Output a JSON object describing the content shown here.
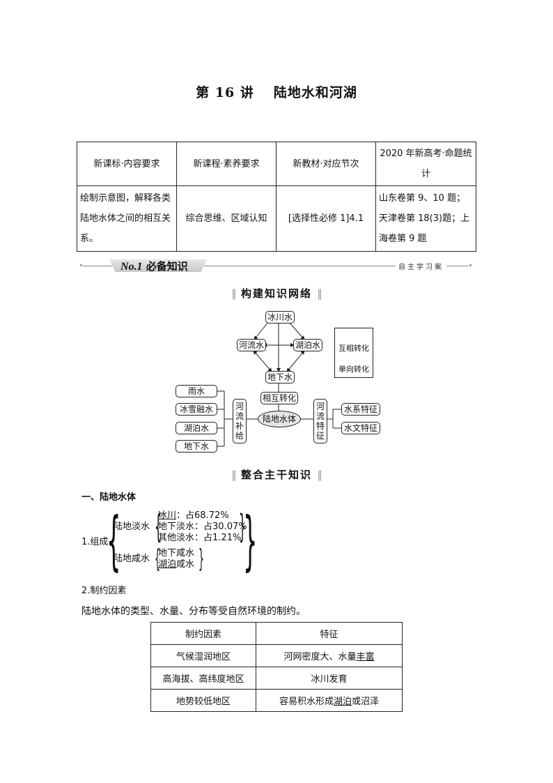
{
  "title": {
    "lecture": "第 16 讲",
    "topic": "陆地水和河湖"
  },
  "requirements_table": {
    "headers": [
      "新课标·内容要求",
      "新课程·素养要求",
      "新教材·对应节次",
      "2020 年新高考·命题统计"
    ],
    "row": [
      "绘制示意图，解释各类陆地水体之间的相互关系。",
      "综合思维、区域认知",
      "[选择性必修 1]4.1",
      "山东卷第 9、10 题；天津卷第 18(3)题；上海卷第 9 题"
    ]
  },
  "section_bar": {
    "number": "No.1",
    "label": "必备知识",
    "right_label": "自主学习案"
  },
  "subheads": {
    "network": "构建知识网络",
    "integrate": "整合主干知识",
    "bars": "‖"
  },
  "diagram": {
    "top_nodes": {
      "glacier": "冰川水",
      "river": "河流水",
      "lake": "湖泊水",
      "ground": "地下水"
    },
    "mutual": "相互转化",
    "center": "陆地水体",
    "left_group": "河流补给",
    "left_items": [
      "雨水",
      "冰雪融水",
      "湖泊水",
      "地下水"
    ],
    "right_group": "河流特征",
    "right_items": [
      "水系特征",
      "水文特征"
    ],
    "legend": {
      "two_way": "互相转化",
      "one_way": "单向转化"
    }
  },
  "section1": {
    "heading": "一、陆地水体",
    "composition_label": "1.组成",
    "fresh": {
      "label": "陆地淡水",
      "items": [
        {
          "name": "冰川",
          "share": "：占68.72%",
          "underline": true
        },
        {
          "name": "地下淡水",
          "share": "：占30.07%",
          "underline": false
        },
        {
          "name": "其他淡水",
          "share": "：占1.21%",
          "underline": false
        }
      ]
    },
    "salt": {
      "label": "陆地咸水",
      "items": [
        {
          "name": "地下咸水",
          "underline_part": ""
        },
        {
          "name": "湖泊",
          "suffix": "咸水",
          "underline_part": "湖泊"
        }
      ]
    }
  },
  "section2": {
    "heading": "2.制约因素",
    "paragraph": "陆地水体的类型、水量、分布等受自然环境的制约。",
    "table": {
      "headers": [
        "制约因素",
        "特征"
      ],
      "rows": [
        {
          "factor": "气候湿润地区",
          "feature_pre": "河网密度大、水量",
          "feature_u": "丰富",
          "feature_post": ""
        },
        {
          "factor": "高海拔、高纬度地区",
          "feature_pre": "冰川发育",
          "feature_u": "",
          "feature_post": ""
        },
        {
          "factor": "地势较低地区",
          "feature_pre": "容易积水形成",
          "feature_u": "湖泊",
          "feature_post": "或沼泽"
        }
      ]
    }
  }
}
